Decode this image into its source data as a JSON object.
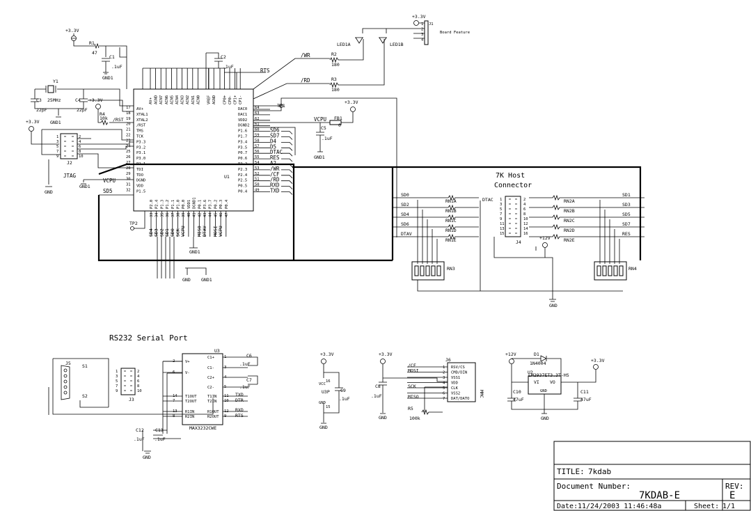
{
  "supplies": {
    "v33": "+3.3V",
    "v12": "+12V",
    "gnd": "GND",
    "gnd1": "GND1",
    "vcpu": "VCPU"
  },
  "u1": {
    "ref": "U1",
    "left_pins": [
      "AV+",
      "XTAL1",
      "XTAL2",
      "/RST",
      "TMS",
      "TCK",
      "P3.3",
      "P3.2",
      "P3.1",
      "P3.0",
      "P2.1",
      "TDI",
      "TDO",
      "DGND",
      "VDD",
      "P1.5"
    ],
    "left_nums": [
      "17",
      "18",
      "19",
      "20",
      "21",
      "22",
      "23",
      "24",
      "25",
      "26",
      "27",
      "28",
      "29",
      "30",
      "31",
      "32"
    ],
    "right_pins": [
      "DAC0",
      "DAC1",
      "VDD2",
      "DGND2",
      "P1.6",
      "P1.7",
      "P3.4",
      "P3.5",
      "P0.7",
      "P0.6",
      "P2.2",
      "P2.3",
      "P2.4",
      "P2.5",
      "P0.5",
      "P0.4"
    ],
    "right_nums": [
      "64",
      "63",
      "62",
      "61",
      "60",
      "59",
      "58",
      "57",
      "56",
      "55",
      "54",
      "53",
      "52",
      "51",
      "50",
      "49"
    ],
    "right_nets": [
      "",
      "",
      "",
      "",
      "SD6",
      "SD7",
      "D4",
      "D5",
      "DTAC",
      "RES",
      "A2",
      "/WR",
      "/CF",
      "/RD",
      "RXD",
      "TXD"
    ],
    "top_pins": [
      "AV+",
      "AGND",
      "AIN7",
      "AIN6",
      "AIN5",
      "AIN4",
      "AIN3",
      "AIN2",
      "AIN1",
      "AIN0",
      "",
      "VREF",
      "AGND",
      "",
      "CP0+",
      "CP0-",
      "CP1+",
      "CP1-"
    ],
    "bottom_pins": [
      "P2.0",
      "P2.4",
      "P1.3",
      "P1.2",
      "P1.1",
      "P1.0",
      "P0.0",
      "VDD1",
      "DGND1",
      "P0.1",
      "P3.6",
      "P3.7",
      "P0.2",
      "P0.3",
      "P0.4"
    ],
    "bottom_nets": [
      "SD4",
      "SD3",
      "SD2",
      "SD1",
      "SD0",
      "SCK",
      "VCPU",
      "",
      "",
      "MISO",
      "DTAV",
      "",
      "MOSI",
      "VCPU",
      ""
    ],
    "bottom_nums": [
      "33",
      "34",
      "35",
      "36",
      "37",
      "38",
      "39",
      "40",
      "41",
      "42",
      "43",
      "44",
      "45",
      "46",
      "47"
    ]
  },
  "parts": {
    "r1": {
      "ref": "R1",
      "value": "47"
    },
    "c1": {
      "ref": "C1",
      "value": ".1uF"
    },
    "c2": {
      "ref": "C2",
      "value": ".1uF"
    },
    "y1": {
      "ref": "Y1",
      "value": "25MHz"
    },
    "c3": {
      "ref": "C3",
      "value": "22pF"
    },
    "c4": {
      "ref": "C4",
      "value": "22pF"
    },
    "r4": {
      "ref": "R4",
      "value": "10k"
    },
    "rst": "/RST",
    "r2": {
      "ref": "R2",
      "value": "180"
    },
    "r3": {
      "ref": "R3",
      "value": "180"
    },
    "led1a": "LED1A",
    "led1b": "LED1B",
    "wr": "/WR",
    "rd": "/RD",
    "rts": "RTS",
    "tp1": "TP1",
    "tp2": "TP2",
    "fb1": {
      "ref": "FB1",
      "value": "0"
    },
    "c5": {
      "ref": "C5",
      "value": ".1uF"
    },
    "j1": {
      "ref": "J1",
      "label": "Board Feature",
      "nums": [
        "1",
        "2",
        "3",
        "4"
      ]
    },
    "j2": {
      "ref": "J2",
      "label": "JTAG",
      "nums_l": [
        "1",
        "3",
        "5",
        "7",
        "9"
      ],
      "nums_r": [
        "2",
        "4",
        "6",
        "8",
        "10"
      ]
    },
    "sd5": "SD5"
  },
  "host": {
    "title_line1": "7K Host",
    "title_line2": "Connector",
    "ref": "J4",
    "left_nets": [
      "SD0",
      "SD2",
      "SD4",
      "SD6",
      "DTAV"
    ],
    "right_nets": [
      "SD1",
      "SD3",
      "SD5",
      "SD7",
      "RES"
    ],
    "rn_left": [
      "RN1A",
      "RN1B",
      "RN1C",
      "RN1D",
      "RN1E"
    ],
    "rn_right": [
      "RN2A",
      "RN2B",
      "RN2C",
      "RN2D",
      "RN2E"
    ],
    "pins_odd": [
      "1",
      "3",
      "5",
      "7",
      "9",
      "11",
      "13",
      "15"
    ],
    "pins_even": [
      "2",
      "4",
      "6",
      "8",
      "10",
      "12",
      "14",
      "16"
    ],
    "dtac": "DTAC",
    "rn3": "RN3",
    "rn4": "RN4"
  },
  "rs232": {
    "title": "RS232 Serial Port",
    "u3": "U3",
    "u3_part": "MAX3232CWE",
    "u3_left": [
      "V+",
      "V-",
      "T1OUT",
      "T2OUT",
      "R1IN",
      "R2IN"
    ],
    "u3_right": [
      "C1+",
      "C1-",
      "C2+",
      "C2-",
      "T1IN",
      "T2IN",
      "R1OUT",
      "R2OUT"
    ],
    "u3_right_nums": [
      "1",
      "3",
      "4",
      "5",
      "11",
      "10",
      "12",
      "9"
    ],
    "u3_left_nums": [
      "2",
      "6",
      "14",
      "7",
      "13",
      "8"
    ],
    "right_nets": [
      "TXD",
      "DTR",
      "RXD",
      "RTS"
    ],
    "c6": {
      "ref": "C6",
      "value": ".1uF"
    },
    "c7": {
      "ref": "C7",
      "value": ".1uF"
    },
    "c12": {
      "ref": "C12",
      "value": ".1uF"
    },
    "c13": {
      "ref": "C13",
      "value": ".1uF"
    },
    "j5": "J5",
    "j3": "J3",
    "s1": "S1",
    "s2": "S2"
  },
  "u3p": {
    "ref": "U3P",
    "c9": "C9",
    "c9v": ".1uF",
    "pin_top": "16",
    "pin_bot": "15",
    "vcc": "VCC",
    "gnd": "GND"
  },
  "mmc": {
    "ref": "J6",
    "side_label": "MMC",
    "pins": [
      "RSV/CS",
      "CMD/DIN",
      "VSS1",
      "VDD",
      "CLK",
      "VSS2",
      "DAT/DATO"
    ],
    "nums": [
      "1",
      "2",
      "3",
      "4",
      "5",
      "6",
      "7"
    ],
    "nets": [
      "/CF",
      "MOSI",
      "",
      "",
      "SCK",
      "",
      "MISO"
    ],
    "c8": {
      "ref": "C8",
      "value": ".1uF"
    },
    "r5": {
      "ref": "R5",
      "value": "100k"
    }
  },
  "reg": {
    "d1": {
      "ref": "D1",
      "value": "1N4004"
    },
    "u2": {
      "ref": "U2",
      "value": "LM2937ET3.3T-HS"
    },
    "vi": "VI",
    "vo": "VO",
    "gnd": "GND",
    "c10": {
      "ref": "C10",
      "value": "47uF"
    },
    "c11": {
      "ref": "C11",
      "value": "47uF"
    }
  },
  "titleblock": {
    "title_label": "TITLE:",
    "title": "7kdab",
    "docnum_label": "Document Number:",
    "docnum": "7KDAB-E",
    "rev_label": "REV:",
    "rev": "E",
    "date_label": "Date:",
    "date": "11/24/2003 11:46:48a",
    "sheet_label": "Sheet:",
    "sheet": "1/1"
  }
}
